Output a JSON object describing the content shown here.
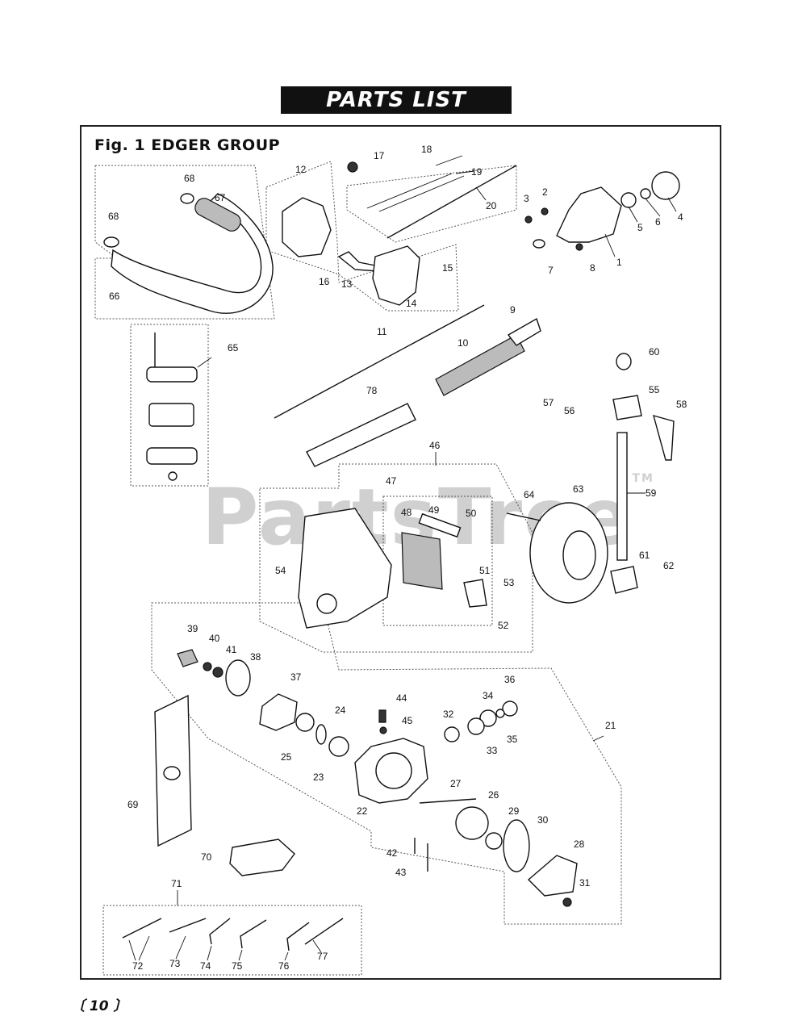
{
  "header": {
    "title": "PARTS LIST"
  },
  "figure": {
    "title": "Fig. 1  EDGER GROUP"
  },
  "watermark": {
    "text": "PartsTree",
    "mark": "TM"
  },
  "footer": {
    "page_number": "〔 10 〕"
  },
  "callouts": [
    {
      "id": "1",
      "label": "1"
    },
    {
      "id": "2",
      "label": "2"
    },
    {
      "id": "3",
      "label": "3"
    },
    {
      "id": "4",
      "label": "4"
    },
    {
      "id": "5",
      "label": "5"
    },
    {
      "id": "6",
      "label": "6"
    },
    {
      "id": "7",
      "label": "7"
    },
    {
      "id": "8",
      "label": "8"
    },
    {
      "id": "9",
      "label": "9"
    },
    {
      "id": "10",
      "label": "10"
    },
    {
      "id": "11",
      "label": "11"
    },
    {
      "id": "12",
      "label": "12"
    },
    {
      "id": "13",
      "label": "13"
    },
    {
      "id": "14",
      "label": "14"
    },
    {
      "id": "15",
      "label": "15"
    },
    {
      "id": "16",
      "label": "16"
    },
    {
      "id": "17",
      "label": "17"
    },
    {
      "id": "18",
      "label": "18"
    },
    {
      "id": "19",
      "label": "19"
    },
    {
      "id": "20",
      "label": "20"
    },
    {
      "id": "21",
      "label": "21"
    },
    {
      "id": "22",
      "label": "22"
    },
    {
      "id": "23",
      "label": "23"
    },
    {
      "id": "24",
      "label": "24"
    },
    {
      "id": "25",
      "label": "25"
    },
    {
      "id": "26",
      "label": "26"
    },
    {
      "id": "27",
      "label": "27"
    },
    {
      "id": "28",
      "label": "28"
    },
    {
      "id": "29",
      "label": "29"
    },
    {
      "id": "30",
      "label": "30"
    },
    {
      "id": "31",
      "label": "31"
    },
    {
      "id": "32",
      "label": "32"
    },
    {
      "id": "33",
      "label": "33"
    },
    {
      "id": "34",
      "label": "34"
    },
    {
      "id": "35",
      "label": "35"
    },
    {
      "id": "36",
      "label": "36"
    },
    {
      "id": "37",
      "label": "37"
    },
    {
      "id": "38",
      "label": "38"
    },
    {
      "id": "39",
      "label": "39"
    },
    {
      "id": "40",
      "label": "40"
    },
    {
      "id": "41",
      "label": "41"
    },
    {
      "id": "42",
      "label": "42"
    },
    {
      "id": "43",
      "label": "43"
    },
    {
      "id": "44",
      "label": "44"
    },
    {
      "id": "45",
      "label": "45"
    },
    {
      "id": "46",
      "label": "46"
    },
    {
      "id": "47",
      "label": "47"
    },
    {
      "id": "48",
      "label": "48"
    },
    {
      "id": "49",
      "label": "49"
    },
    {
      "id": "50",
      "label": "50"
    },
    {
      "id": "51",
      "label": "51"
    },
    {
      "id": "52",
      "label": "52"
    },
    {
      "id": "53",
      "label": "53"
    },
    {
      "id": "54",
      "label": "54"
    },
    {
      "id": "55",
      "label": "55"
    },
    {
      "id": "56",
      "label": "56"
    },
    {
      "id": "57",
      "label": "57"
    },
    {
      "id": "58",
      "label": "58"
    },
    {
      "id": "59",
      "label": "59"
    },
    {
      "id": "60",
      "label": "60"
    },
    {
      "id": "61",
      "label": "61"
    },
    {
      "id": "62",
      "label": "62"
    },
    {
      "id": "63",
      "label": "63"
    },
    {
      "id": "64",
      "label": "64"
    },
    {
      "id": "65",
      "label": "65"
    },
    {
      "id": "66",
      "label": "66"
    },
    {
      "id": "67",
      "label": "67"
    },
    {
      "id": "68a",
      "label": "68"
    },
    {
      "id": "68b",
      "label": "68"
    },
    {
      "id": "69",
      "label": "69"
    },
    {
      "id": "70",
      "label": "70"
    },
    {
      "id": "71",
      "label": "71"
    },
    {
      "id": "72",
      "label": "72"
    },
    {
      "id": "73",
      "label": "73"
    },
    {
      "id": "74",
      "label": "74"
    },
    {
      "id": "75",
      "label": "75"
    },
    {
      "id": "76",
      "label": "76"
    },
    {
      "id": "77",
      "label": "77"
    },
    {
      "id": "78",
      "label": "78"
    }
  ]
}
